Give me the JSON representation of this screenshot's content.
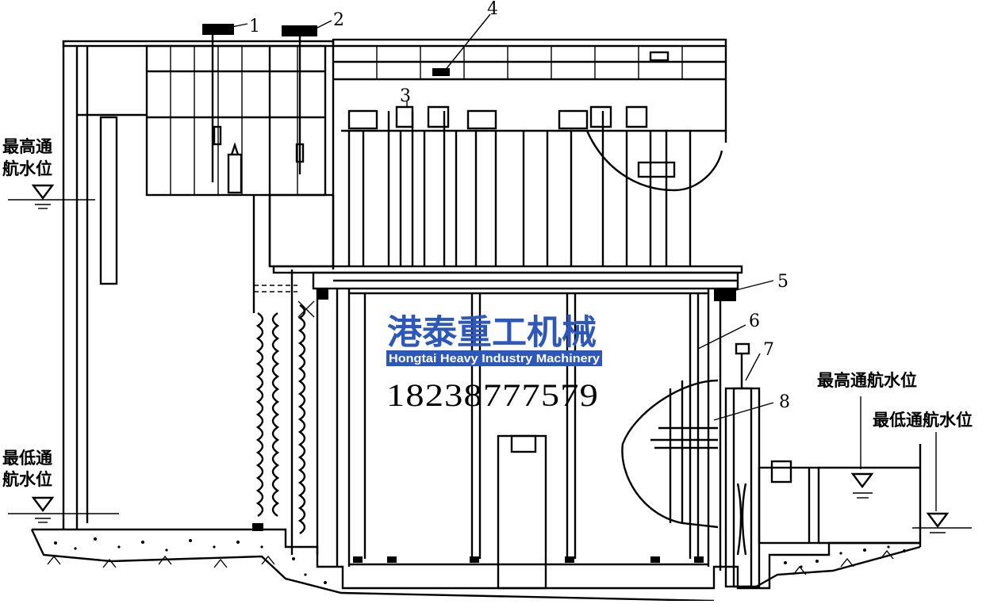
{
  "labels": {
    "left_high_water": [
      "最高通",
      "航水位"
    ],
    "left_low_water": [
      "最低通",
      "航水位"
    ],
    "right_high_water": "最高通航水位",
    "right_low_water": "最低通航水位"
  },
  "callouts": [
    "1",
    "2",
    "3",
    "4",
    "5",
    "6",
    "7",
    "8"
  ],
  "watermark": {
    "company_cn": "港泰重工机械",
    "company_en": "Hongtai Heavy Industry Machinery",
    "phone": "18238777579",
    "color": "#2d57b8"
  }
}
